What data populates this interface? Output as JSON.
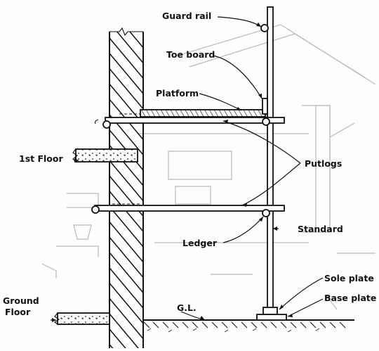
{
  "labels": {
    "guard_rail": "Guard rail",
    "toe_board": "Toe board",
    "platform": "Platform",
    "first_floor": "1st Floor",
    "putlogs": "Putlogs",
    "standard": "Standard",
    "ledger": "Ledger",
    "sole_plate": "Sole plate",
    "base_plate": "Base plate",
    "ground_floor_line1": "Ground",
    "ground_floor_line2": "Floor",
    "gl": "G.L."
  },
  "colors": {
    "ink": "#111111",
    "faded_background_drawing": "#b9b9b9",
    "paper": "#fdfdfc"
  }
}
